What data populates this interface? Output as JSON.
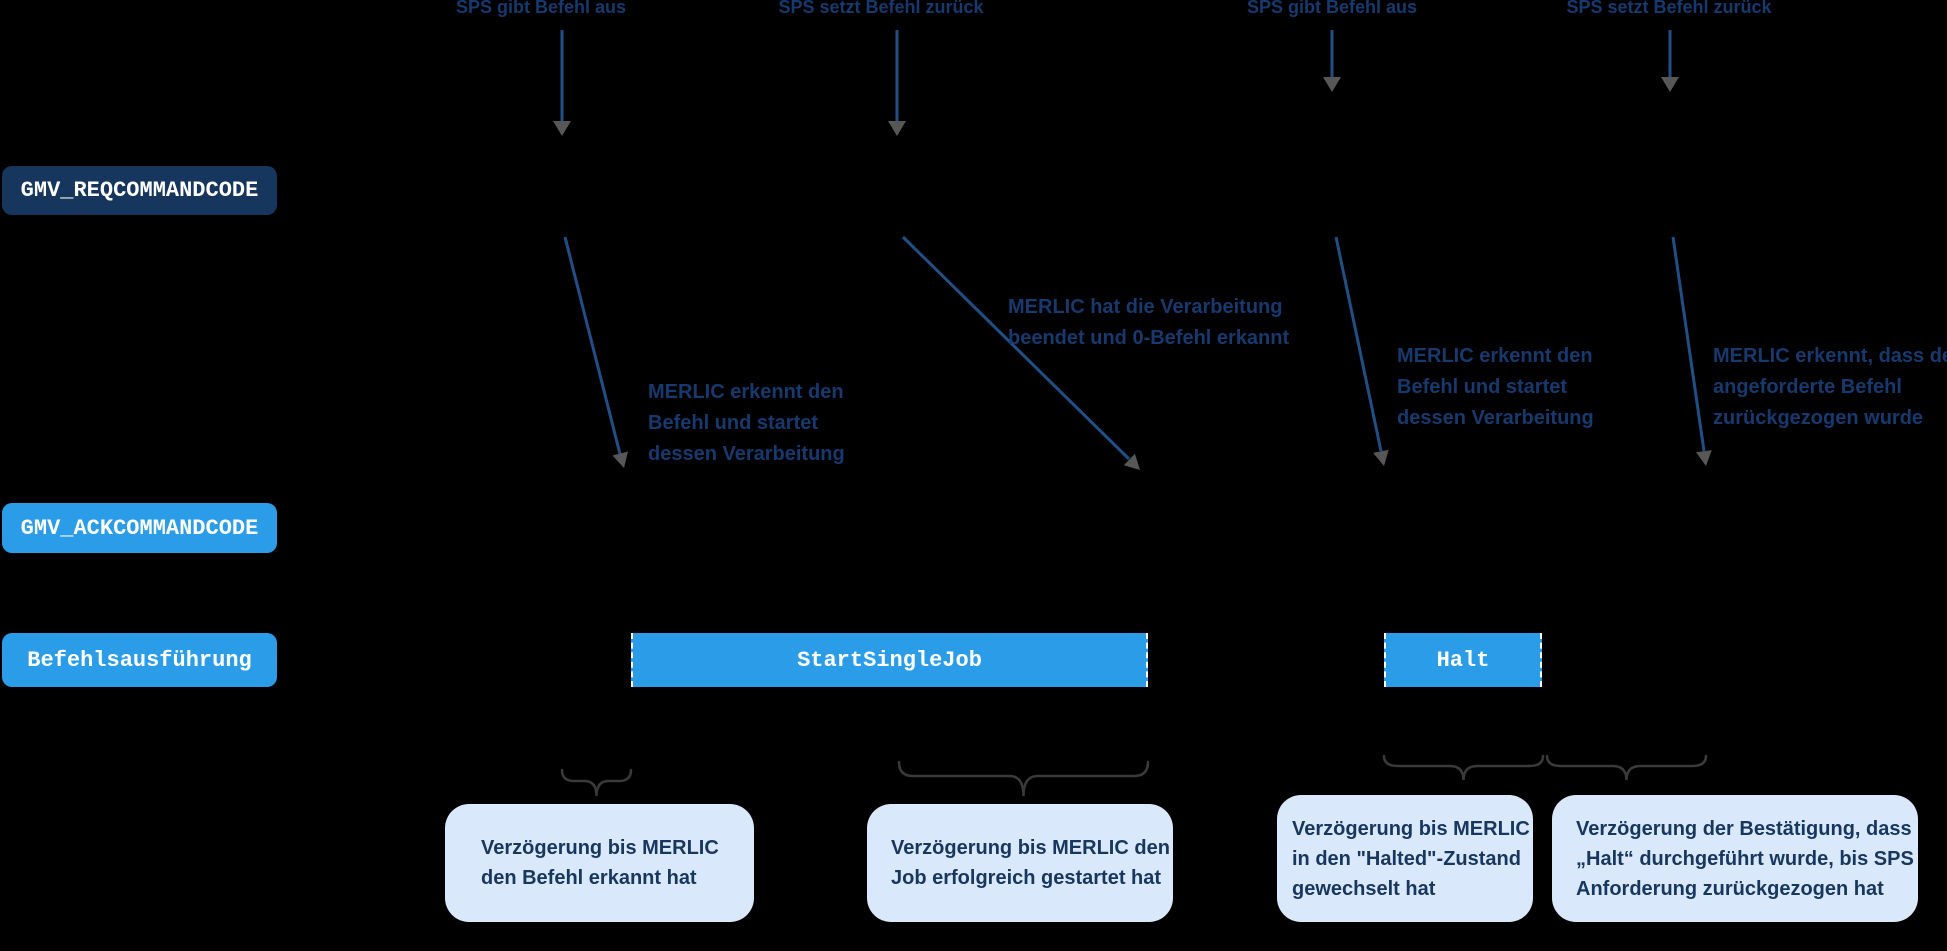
{
  "colors": {
    "background": "#000000",
    "navy_box": "#17365D",
    "bright_blue": "#2B9DE8",
    "callout_bg": "#D9E8FA",
    "text_navy": "#17396E",
    "arrow_line_blue": "#204F85",
    "arrowhead_gray": "#575757",
    "brace_gray": "#3A3A3A"
  },
  "top_labels": [
    {
      "text": "SPS gibt Befehl aus"
    },
    {
      "text": "SPS setzt Befehl zurück"
    },
    {
      "text": "SPS gibt Befehl aus"
    },
    {
      "text": "SPS setzt Befehl zurück"
    }
  ],
  "row_labels": [
    {
      "text": "GMV_REQCOMMANDCODE"
    },
    {
      "text": "GMV_ACKCOMMANDCODE"
    },
    {
      "text": "Befehlsausführung"
    }
  ],
  "bars": [
    {
      "text": "StartSingleJob"
    },
    {
      "text": "Halt"
    }
  ],
  "annotations": [
    {
      "text": "MERLIC erkennt den\nBefehl und startet\ndessen Verarbeitung"
    },
    {
      "text": "MERLIC hat die Verarbeitung\nbeendet und 0-Befehl erkannt"
    },
    {
      "text": "MERLIC erkennt den\nBefehl und startet\ndessen Verarbeitung"
    },
    {
      "text": "MERLIC erkennt, dass der\nangeforderte Befehl\nzurückgezogen wurde"
    }
  ],
  "callouts": [
    {
      "text": "Verzögerung bis MERLIC\nden Befehl erkannt hat"
    },
    {
      "text": "Verzögerung bis MERLIC den\nJob erfolgreich gestartet hat"
    },
    {
      "text": "Verzögerung bis MERLIC\nin den \"Halted\"-Zustand\ngewechselt hat"
    },
    {
      "text": "Verzögerung der Bestätigung, dass\n„Halt“ durchgeführt wurde, bis SPS\nAnforderung zurückgezogen hat"
    }
  ]
}
